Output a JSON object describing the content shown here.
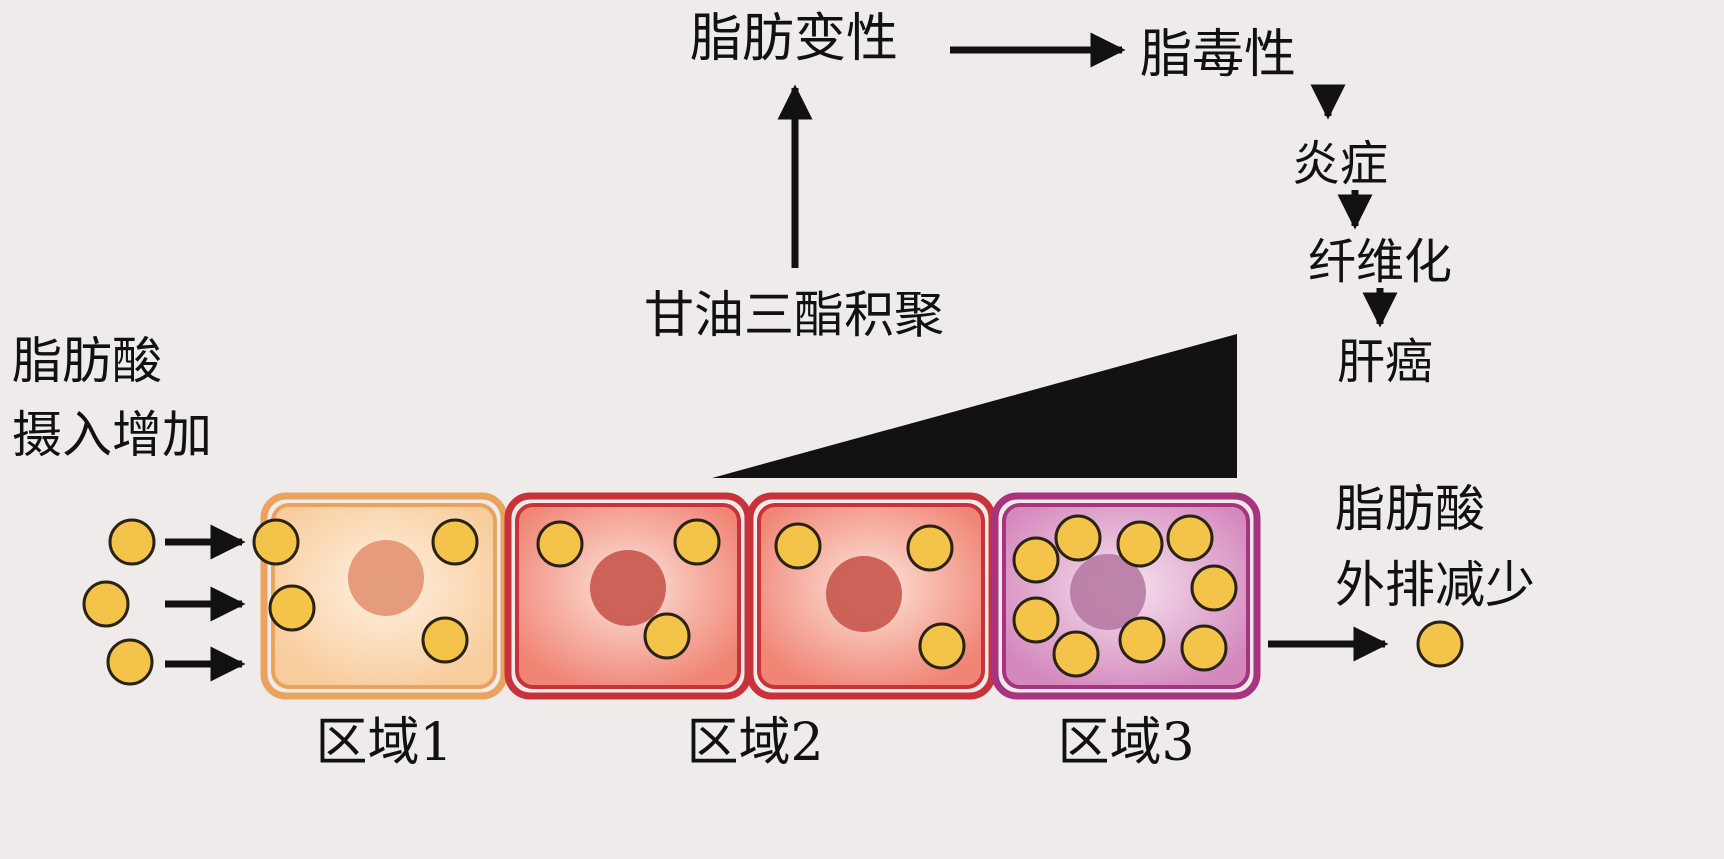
{
  "labels": {
    "fatty_degeneration": "脂肪变性",
    "lipotoxicity": "脂毒性",
    "inflammation": "炎症",
    "fibrosis": "纤维化",
    "liver_cancer": "肝癌",
    "tg_accumulation": "甘油三酯积聚",
    "fa_uptake_line1": "脂肪酸",
    "fa_uptake_line2": "摄入增加",
    "fa_export_line1": "脂肪酸",
    "fa_export_line2": "外排减少"
  },
  "zones": [
    {
      "label": "区域1",
      "stroke": "#e9a35d",
      "fill_outer": "#fff1e2",
      "fill_inner": "#f8cc9c",
      "nucleus": "#e39471"
    },
    {
      "label": "区域2",
      "stroke": "#c8323a",
      "fill_outer": "#fde5dc",
      "fill_inner": "#f08575",
      "nucleus": "#c8574d"
    },
    {
      "label": "区域2",
      "stroke": "#c8323a",
      "fill_outer": "#fde5dc",
      "fill_inner": "#f08575",
      "nucleus": "#c8574d"
    },
    {
      "label": "区域3",
      "stroke": "#a8337e",
      "fill_outer": "#f6e3ef",
      "fill_inner": "#d489bd",
      "nucleus": "#b77aa4"
    }
  ],
  "colors": {
    "background": "#efebea",
    "lipid_fill": "#f4c44a",
    "lipid_stroke": "#2a2214",
    "arrow": "#111111",
    "wedge": "#111111"
  }
}
